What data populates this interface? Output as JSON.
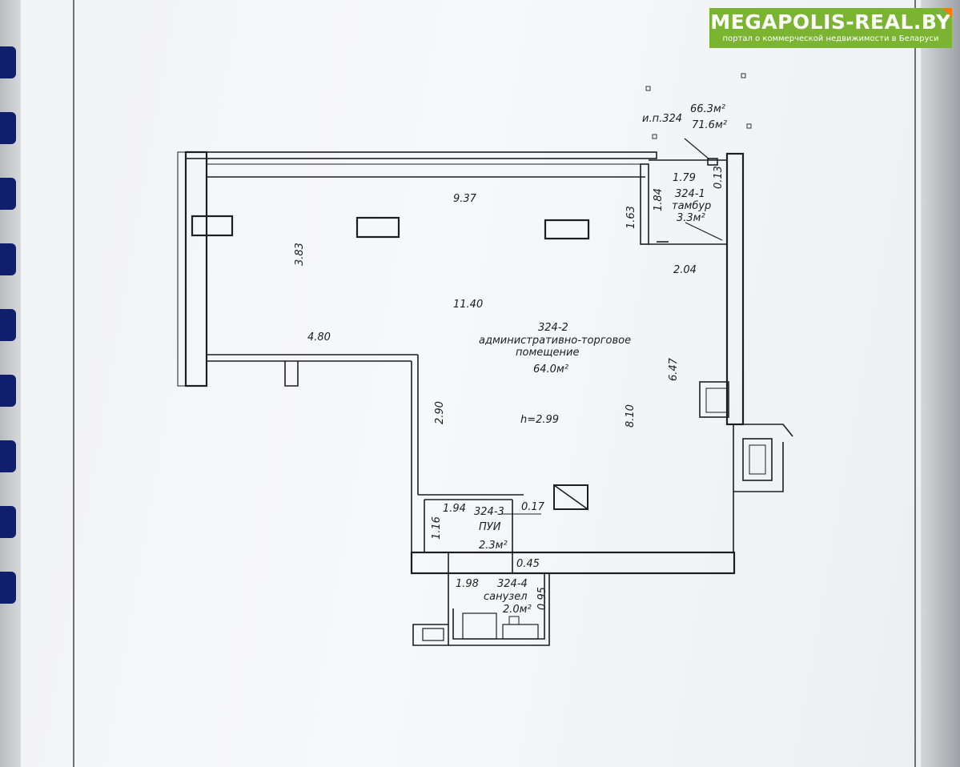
{
  "logo": {
    "title": "MEGAPOLIS-REAL.BY",
    "subtitle": "портал о коммерческой недвижимости в Беларуси",
    "color": "#7ab431",
    "accent": "#ff7a00"
  },
  "plan": {
    "header": {
      "unit": "и.п.324",
      "area_1": "66.3м²",
      "area_2": "71.6м²"
    },
    "dimensions": {
      "top_width": "9.37",
      "left_height": "3.83",
      "mid_width": "11.40",
      "lower_left_width": "4.80",
      "inner_wall": "2.90",
      "right_height": "6.47",
      "center_height": "8.10",
      "ceiling": "h=2.99",
      "vestibule_width": "1.79",
      "vestibule_height": "1.84",
      "vestibule_left": "1.63",
      "vestibule_wall": "0.13",
      "vestibule_bottom": "2.04",
      "storage_width": "1.94",
      "storage_height": "1.16",
      "storage_gap": "0.17",
      "bottom_wall": "0.45",
      "wc_width": "1.98",
      "wc_height": "0.95"
    },
    "rooms": {
      "vestibule": {
        "id": "324-1",
        "name": "тамбур",
        "area": "3.3м²"
      },
      "main": {
        "id": "324-2",
        "name_1": "административно-торговое",
        "name_2": "помещение",
        "area": "64.0м²"
      },
      "storage": {
        "id": "324-3",
        "name": "ПУИ",
        "area": "2.3м²"
      },
      "wc": {
        "id": "324-4",
        "name": "санузел",
        "area": "2.0м²"
      }
    }
  }
}
